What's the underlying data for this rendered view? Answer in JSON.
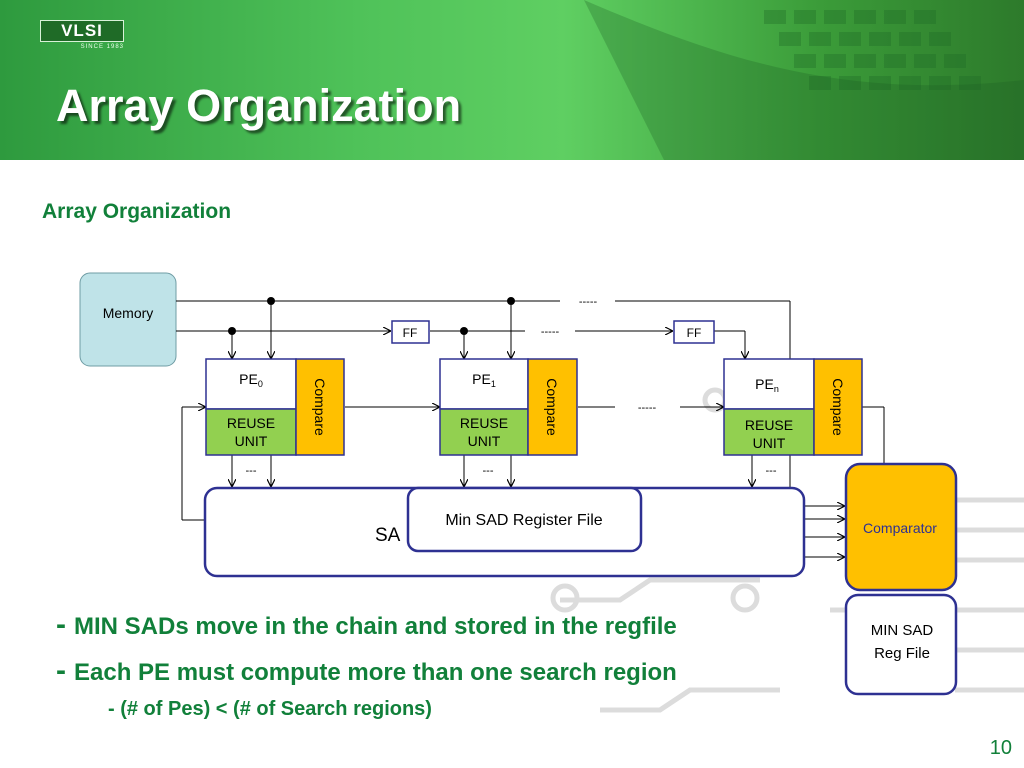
{
  "header": {
    "logo_text": "VLSI",
    "logo_since": "SINCE 1983",
    "title": "Array Organization"
  },
  "subtitle": "Array Organization",
  "diagram": {
    "memory": "Memory",
    "ff_labels": [
      "FF",
      "FF"
    ],
    "pes": [
      {
        "pe": "PE",
        "sub": "0",
        "reuse": [
          "REUSE",
          "UNIT"
        ],
        "compare": "Compare"
      },
      {
        "pe": "PE",
        "sub": "1",
        "reuse": [
          "REUSE",
          "UNIT"
        ],
        "compare": "Compare"
      },
      {
        "pe": "PE",
        "sub": "n",
        "reuse": [
          "REUSE",
          "UNIT"
        ],
        "compare": "Compare"
      }
    ],
    "dash_labels": [
      "-----",
      "-----",
      "-----",
      "---",
      "---",
      "---"
    ],
    "sad_chain_label": "SA",
    "min_sad_register_file": "Min SAD Register File",
    "comparator": "Comparator",
    "min_sad_reg_file": [
      "MIN SAD",
      "Reg File"
    ]
  },
  "colors": {
    "header_green": "#4fc259",
    "text_green": "#11803a",
    "memory_fill": "#bfe3e8",
    "reuse_fill": "#92d050",
    "compare_fill": "#ffc000",
    "comparator_fill": "#ffc000",
    "box_border": "#2e3192"
  },
  "bullets": [
    "MIN SADs move in the chain and stored in the regfile",
    "Each PE must compute more than one search region"
  ],
  "sub_bullet": "- (# of Pes) < (# of Search regions)",
  "page_number": "10"
}
